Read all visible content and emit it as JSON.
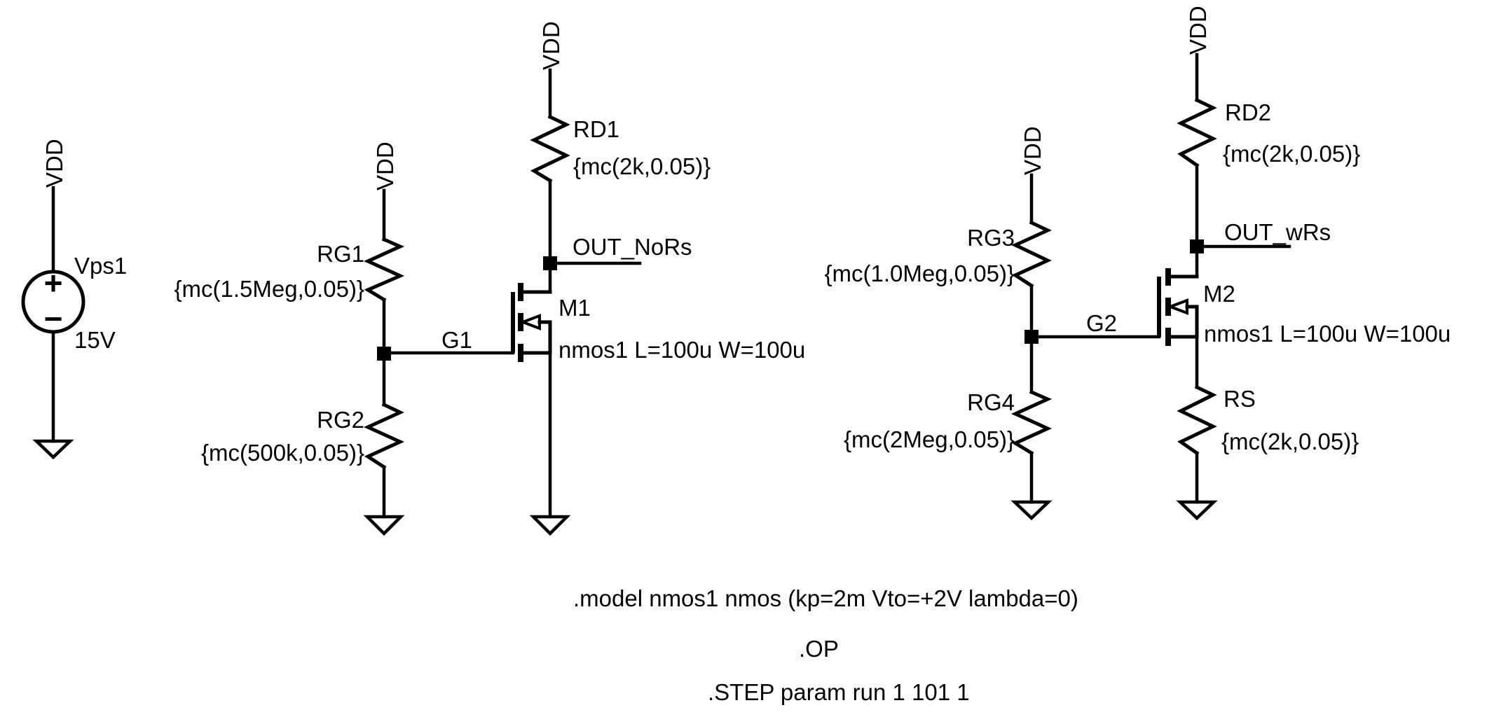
{
  "colors": {
    "ink": "#000000",
    "background": "#ffffff"
  },
  "power_net_label": "VDD",
  "source": {
    "designator": "Vps1",
    "value": "15V",
    "plus_sign": "+",
    "minus_sign": "−"
  },
  "nodes": {
    "g1": "G1",
    "g2": "G2",
    "out_no_rs": "OUT_NoRs",
    "out_w_rs": "OUT_wRs"
  },
  "resistors": {
    "rg1": {
      "designator": "RG1",
      "value": "{mc(1.5Meg,0.05)}"
    },
    "rg2": {
      "designator": "RG2",
      "value": "{mc(500k,0.05)}"
    },
    "rd1": {
      "designator": "RD1",
      "value": "{mc(2k,0.05)}"
    },
    "rg3": {
      "designator": "RG3",
      "value": "{mc(1.0Meg,0.05)}"
    },
    "rg4": {
      "designator": "RG4",
      "value": "{mc(2Meg,0.05)}"
    },
    "rd2": {
      "designator": "RD2",
      "value": "{mc(2k,0.05)}"
    },
    "rs": {
      "designator": "RS",
      "value": "{mc(2k,0.05)}"
    }
  },
  "mosfets": {
    "m1": {
      "designator": "M1",
      "model": "nmos1 L=100u W=100u"
    },
    "m2": {
      "designator": "M2",
      "model": "nmos1 L=100u W=100u"
    }
  },
  "directives": {
    "model": ".model nmos1 nmos (kp=2m Vto=+2V lambda=0)",
    "op": ".OP",
    "step": ".STEP param run 1 101 1"
  }
}
